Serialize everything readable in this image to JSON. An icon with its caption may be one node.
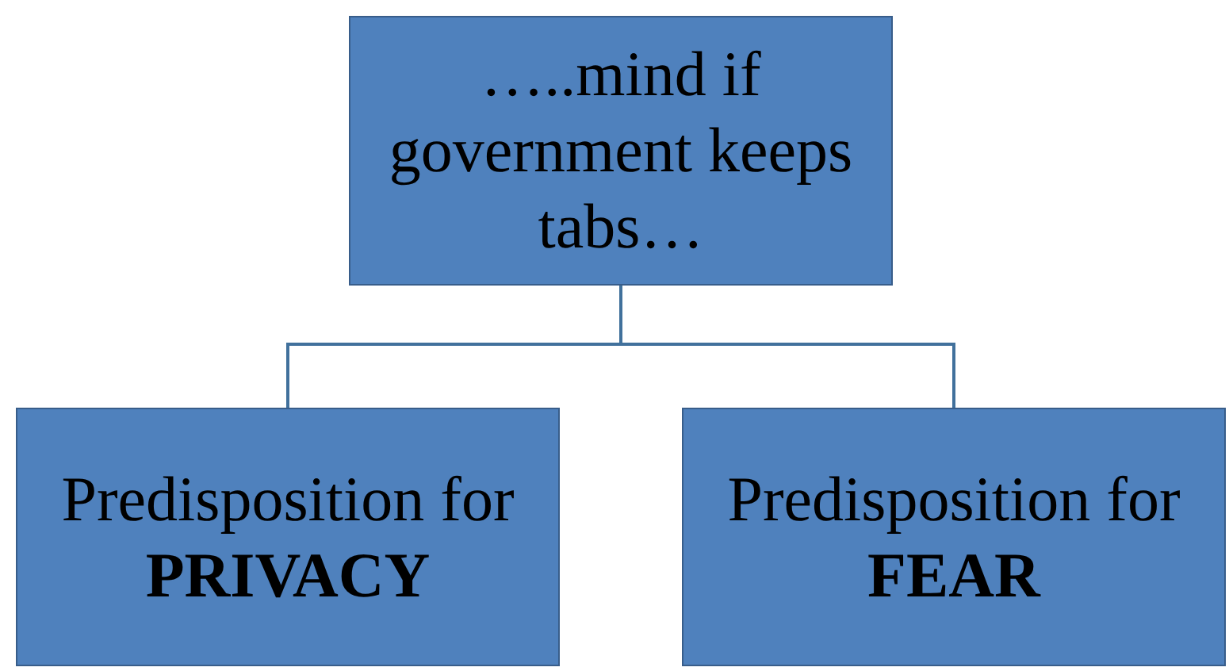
{
  "diagram": {
    "nodes": [
      {
        "text": [
          "…..mind if government keeps tabs…"
        ]
      },
      {
        "text": [
          "Predisposition for **PRIVACY**"
        ]
      },
      {
        "text": [
          "Predisposition for **FEAR**"
        ]
      }
    ],
    "edges": [
      {
        "from": 0,
        "to": 1,
        "arrow": "none"
      },
      {
        "from": 0,
        "to": 2,
        "arrow": "none"
      }
    ]
  }
}
